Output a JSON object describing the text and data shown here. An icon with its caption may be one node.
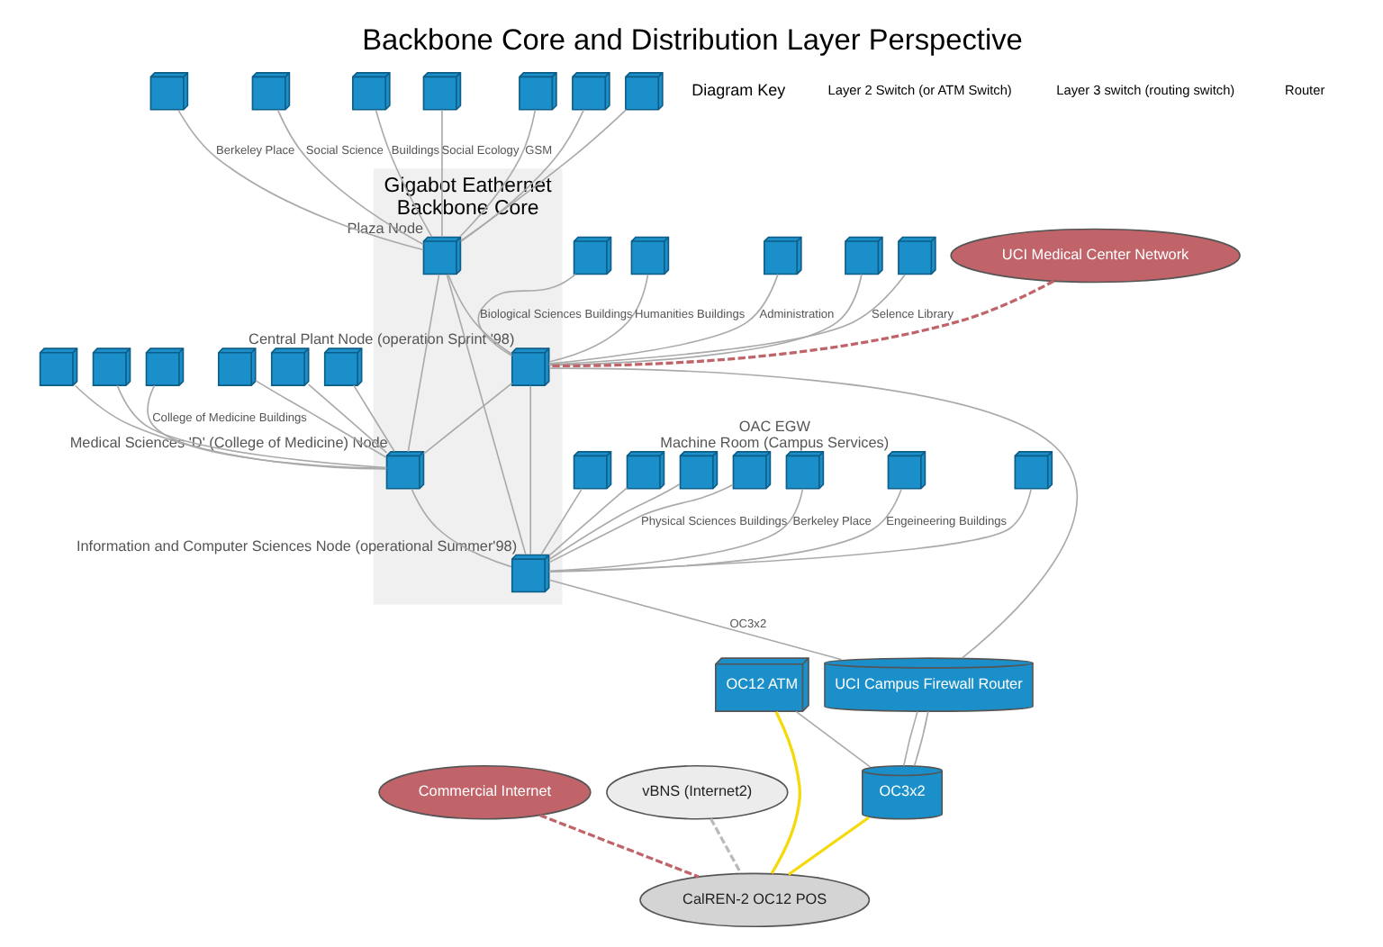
{
  "diagram": {
    "title": "Backbone Core and Distribution Layer Perspective",
    "nodes": [
      {
        "text": [
          "Gigabot Eathernet",
          "Backbone Core"
        ]
      },
      {
        "text": [],
        "shape": "picture",
        "in": 0,
        "beside": [
          "Plaza Node"
        ]
      },
      {
        "text": [],
        "shape": "picture",
        "in": 0,
        "beside": [
          "Central Plant Node (operation Sprint '98)"
        ]
      },
      {
        "text": [],
        "shape": "picture",
        "in": 0,
        "beside": [
          "Medical Sciences 'D' (College of Medicine) Node"
        ]
      },
      {
        "text": [],
        "shape": "picture",
        "in": 0,
        "beside": [
          "Information and Computer Sciences Node (operational Summer'98)"
        ]
      },
      {
        "text": [],
        "shape": "picture"
      },
      {
        "text": [],
        "shape": "picture"
      },
      {
        "text": [],
        "shape": "picture"
      },
      {
        "text": [],
        "shape": "picture"
      },
      {
        "text": [],
        "shape": "picture"
      },
      {
        "text": [],
        "shape": "picture"
      },
      {
        "text": [],
        "shape": "picture"
      },
      {
        "text": [],
        "shape": "picture"
      },
      {
        "text": [],
        "shape": "picture"
      },
      {
        "text": [],
        "shape": "picture"
      },
      {
        "text": [],
        "shape": "picture"
      },
      {
        "text": [],
        "shape": "picture"
      },
      {
        "text": [],
        "shape": "picture"
      },
      {
        "text": [],
        "shape": "picture"
      },
      {
        "text": [],
        "shape": "picture"
      },
      {
        "text": [],
        "shape": "picture"
      },
      {
        "text": [],
        "shape": "picture"
      },
      {
        "text": [],
        "shape": "picture"
      },
      {
        "text": [],
        "shape": "picture",
        "beside": [
          "OAC EGW",
          "Machine Room (Campus Services)"
        ]
      },
      {
        "text": [],
        "shape": "picture"
      },
      {
        "text": [],
        "shape": "picture"
      },
      {
        "text": [],
        "shape": "picture"
      },
      {
        "text": [],
        "shape": "picture"
      },
      {
        "text": [],
        "shape": "picture"
      },
      {
        "text": [],
        "shape": "picture"
      },
      {
        "text": [
          "UCI Medical Center Network"
        ]
      },
      {
        "text": [
          "Commercial Internet"
        ]
      },
      {
        "text": [
          "CalREN-2 OC12 POS"
        ]
      },
      {
        "text": [
          "vBNS (Internet2)"
        ]
      },
      {
        "text": [
          "OC12 ATM"
        ]
      },
      {
        "text": [
          "OC3x2"
        ]
      },
      {
        "text": [
          "UCI Campus Firewall Router"
        ]
      }
    ],
    "edges": [
      {
        "from": 1,
        "to": 2,
        "arrow": "none"
      },
      {
        "from": 1,
        "to": 3,
        "arrow": "none"
      },
      {
        "from": 2,
        "to": 4,
        "arrow": "none"
      },
      {
        "from": 3,
        "to": 4,
        "arrow": "none"
      },
      {
        "from": 1,
        "to": 4,
        "arrow": "none"
      },
      {
        "from": 2,
        "to": 3,
        "arrow": "none"
      },
      {
        "from": 5,
        "to": 1,
        "arrow": "none",
        "label": "Berkeley Place"
      },
      {
        "from": 6,
        "to": 1,
        "arrow": "none",
        "label": "Social Science"
      },
      {
        "from": 7,
        "to": 1,
        "arrow": "none",
        "label": "Buildings"
      },
      {
        "from": 8,
        "to": 1,
        "arrow": "none",
        "label": "Social Ecology"
      },
      {
        "from": 9,
        "to": 1,
        "arrow": "none",
        "label": "GSM"
      },
      {
        "from": 10,
        "to": 1,
        "arrow": "none"
      },
      {
        "from": 11,
        "to": 1,
        "arrow": "none"
      },
      {
        "from": 12,
        "to": 2,
        "arrow": "none",
        "label": "Biological Sciences Buildings"
      },
      {
        "from": 13,
        "to": 2,
        "arrow": "none",
        "label": "Humanities Buildings"
      },
      {
        "from": 14,
        "to": 2,
        "arrow": "none",
        "label": "Administration"
      },
      {
        "from": 15,
        "to": 2,
        "arrow": "none"
      },
      {
        "from": 16,
        "to": 2,
        "arrow": "none",
        "label": "Selence Library"
      },
      {
        "from": 17,
        "to": 3,
        "arrow": "none",
        "label": "College of Medicine Buildings"
      },
      {
        "from": 18,
        "to": 3,
        "arrow": "none"
      },
      {
        "from": 19,
        "to": 3,
        "arrow": "none"
      },
      {
        "from": 20,
        "to": 3,
        "arrow": "none"
      },
      {
        "from": 21,
        "to": 3,
        "arrow": "none"
      },
      {
        "from": 22,
        "to": 3,
        "arrow": "none"
      },
      {
        "from": 23,
        "to": 4,
        "arrow": "none",
        "label": "Engeineering Buildings"
      },
      {
        "from": 24,
        "to": 4,
        "arrow": "none"
      },
      {
        "from": 25,
        "to": 4,
        "arrow": "none"
      },
      {
        "from": 26,
        "to": 4,
        "arrow": "none"
      },
      {
        "from": 27,
        "to": 4,
        "arrow": "none"
      },
      {
        "from": 28,
        "to": 4,
        "arrow": "none",
        "label": "Physical Sciences Buildings"
      },
      {
        "from": 29,
        "to": 4,
        "arrow": "none",
        "label": "Berkeley Place"
      },
      {
        "from": 30,
        "to": 2,
        "arrow": "none",
        "style": "dashed",
        "color": "#c0646a"
      },
      {
        "from": 2,
        "to": 36,
        "arrow": "none"
      },
      {
        "from": 4,
        "to": 36,
        "arrow": "none",
        "label": "OC3x2"
      },
      {
        "from": 36,
        "to": 35,
        "arrow": "none"
      },
      {
        "from": 36,
        "to": 35,
        "arrow": "none"
      },
      {
        "from": 34,
        "to": 35,
        "arrow": "none"
      },
      {
        "from": 34,
        "to": 32,
        "arrow": "none",
        "color": "#f5d90a"
      },
      {
        "from": 35,
        "to": 32,
        "arrow": "none",
        "color": "#f5d90a"
      },
      {
        "from": 31,
        "to": 32,
        "arrow": "none",
        "style": "dashed",
        "color": "#c0646a"
      },
      {
        "from": 33,
        "to": 32,
        "arrow": "none",
        "style": "dashed",
        "color": "#bbbbbb"
      }
    ],
    "labels": [
      "Diagram Key"
    ],
    "legend": [
      {
        "text": "Layer 2 Switch (or ATM Switch)"
      },
      {
        "text": "Layer 3 switch (routing switch)"
      },
      {
        "text": "Router"
      }
    ]
  }
}
